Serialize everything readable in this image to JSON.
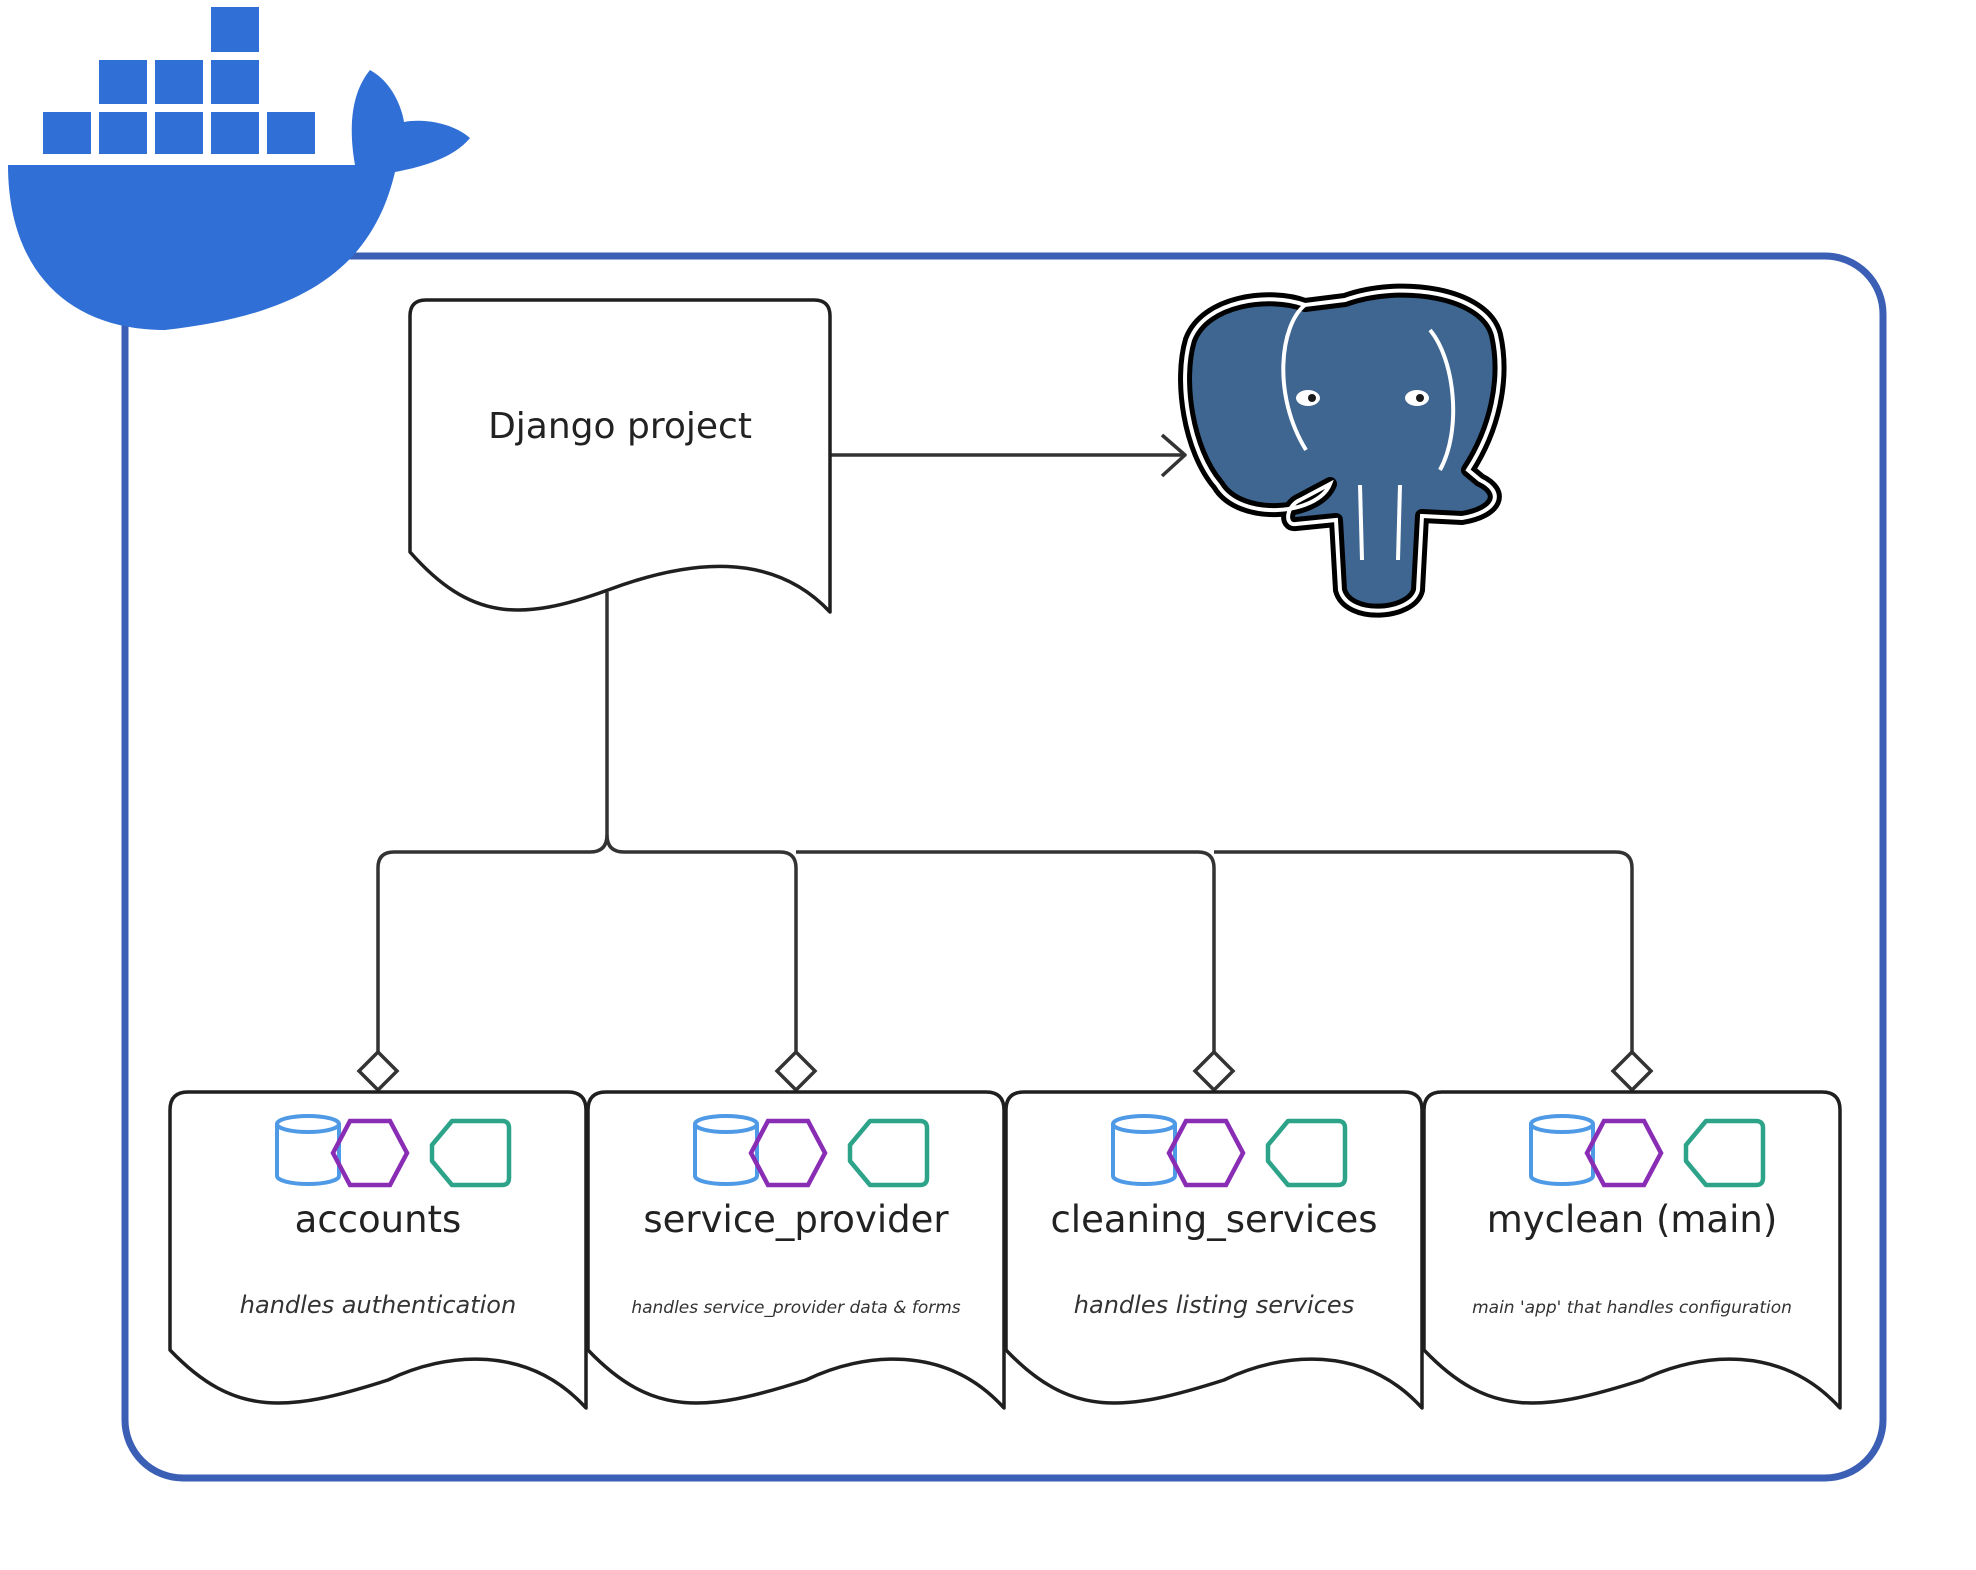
{
  "diagram": {
    "project_label": "Django project",
    "apps": [
      {
        "name": "accounts",
        "description": "handles authentication"
      },
      {
        "name": "service_provider",
        "description": "handles service_provider data & forms"
      },
      {
        "name": "cleaning_services",
        "description": "handles listing services"
      },
      {
        "name": "myclean (main)",
        "description": "main 'app' that handles configuration"
      }
    ],
    "icons": {
      "container_logo": "docker-whale-icon",
      "database_logo": "postgresql-elephant-icon",
      "app_icons": [
        "database-cylinder-icon",
        "hexagon-icon",
        "tag-shape-icon"
      ]
    },
    "colors": {
      "docker_blue": "#2f6fd6",
      "container_border": "#3a5fb5",
      "postgres_blue": "#3e6690",
      "database_icon": "#4f9ae6",
      "hexagon_icon": "#8a2db5",
      "tag_icon": "#2da48a"
    }
  }
}
